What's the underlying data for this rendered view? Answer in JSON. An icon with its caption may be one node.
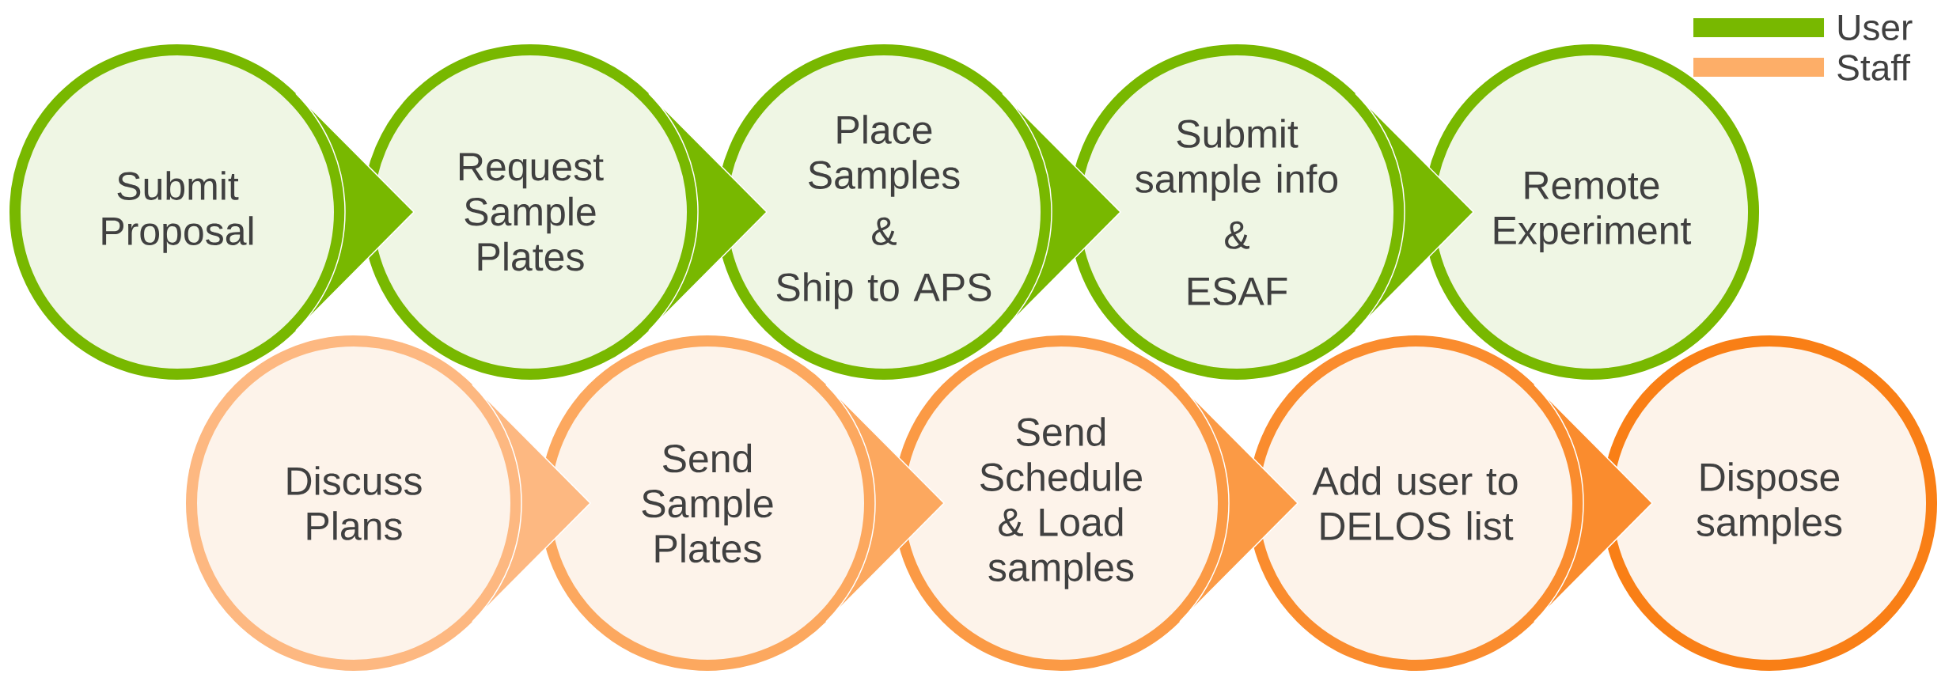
{
  "diagram": {
    "nodes": [
      {
        "text": [
          "Submit Proposal"
        ]
      },
      {
        "text": [
          "Request Sample Plates"
        ]
      },
      {
        "text": [
          "Place Samples",
          "&",
          "Ship to APS"
        ]
      },
      {
        "text": [
          "Submit sample info",
          "&",
          "ESAF"
        ]
      },
      {
        "text": [
          "Remote Experiment"
        ]
      },
      {
        "text": [
          "Discuss Plans"
        ]
      },
      {
        "text": [
          "Send Sample Plates"
        ]
      },
      {
        "text": [
          "Send Schedule & Load samples"
        ]
      },
      {
        "text": [
          "Add user to DELOS list"
        ]
      },
      {
        "text": [
          "Dispose samples"
        ]
      }
    ],
    "edges": [
      {
        "from": 0,
        "to": 1,
        "arrow": "to"
      },
      {
        "from": 1,
        "to": 2,
        "arrow": "to"
      },
      {
        "from": 2,
        "to": 3,
        "arrow": "to"
      },
      {
        "from": 3,
        "to": 4,
        "arrow": "to"
      },
      {
        "from": 5,
        "to": 6,
        "arrow": "to",
        "color": "#fdb881"
      },
      {
        "from": 6,
        "to": 7,
        "arrow": "to",
        "color": "#fca85f"
      },
      {
        "from": 7,
        "to": 8,
        "arrow": "to",
        "color": "#fb9a45"
      },
      {
        "from": 8,
        "to": 9,
        "arrow": "to",
        "color": "#fa8c2e"
      }
    ],
    "legend": [
      {
        "text": "User",
        "color": "#78b800"
      },
      {
        "text": "Staff",
        "color": "#fdae68"
      }
    ]
  }
}
